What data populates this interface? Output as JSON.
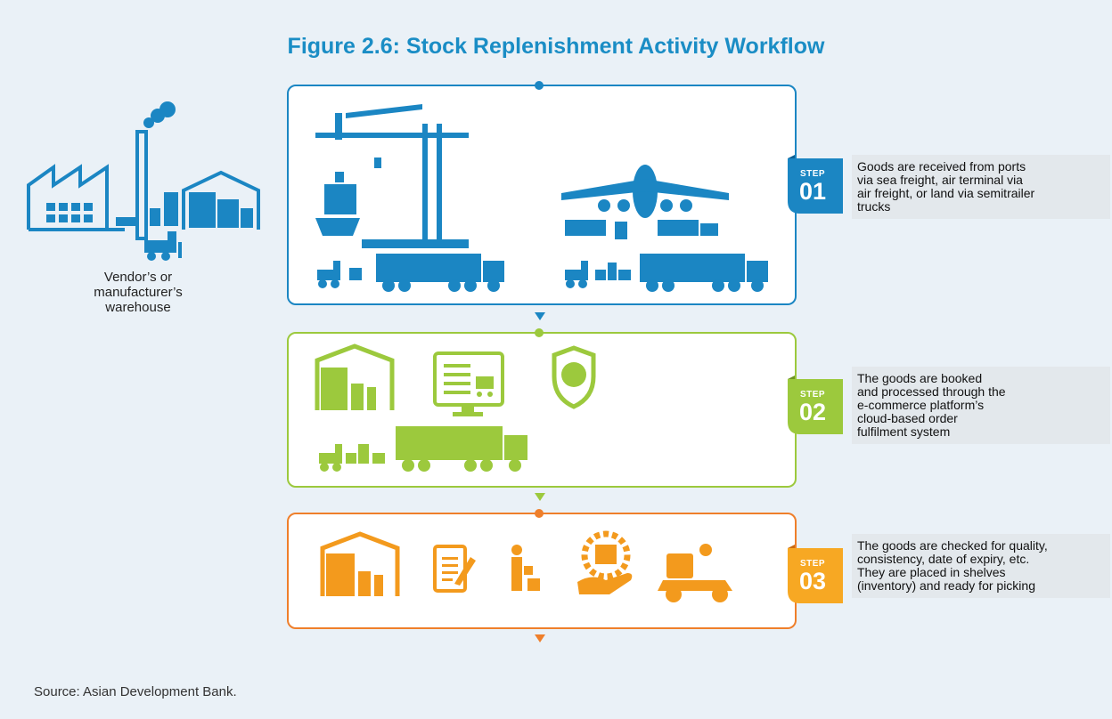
{
  "title": "Figure 2.6: Stock Replenishment Activity Workflow",
  "vendor": {
    "label_line1": "Vendor’s or",
    "label_line2": "manufacturer’s",
    "label_line3": "warehouse"
  },
  "colors": {
    "blue": "#1b86c3",
    "green": "#9cc93d",
    "orange": "#f39a1d",
    "orange_border": "#ef7f2b",
    "title": "#1a8dc5"
  },
  "steps": [
    {
      "word": "STEP",
      "number": "01",
      "text_lines": [
        "Goods are received from ports",
        "via sea freight, air terminal via",
        "air freight, or land via semitrailer",
        "trucks"
      ]
    },
    {
      "word": "STEP",
      "number": "02",
      "text_lines": [
        "The goods are booked",
        "and processed through the",
        "e-commerce platform’s",
        "cloud-based order",
        "fulfilment system"
      ]
    },
    {
      "word": "STEP",
      "number": "03",
      "text_lines": [
        "The goods are checked for quality,",
        "consistency, date of expiry, etc.",
        "They are placed in shelves",
        "(inventory) and ready for picking"
      ]
    }
  ],
  "source": "Source: Asian Development Bank."
}
